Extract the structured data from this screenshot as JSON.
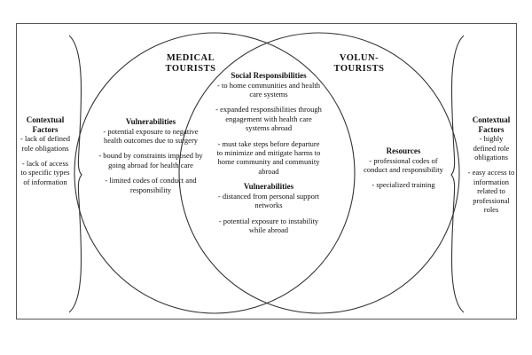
{
  "colors": {
    "stroke": "#333333",
    "text": "#111111",
    "background": "#ffffff"
  },
  "circles": {
    "left_title_line1": "MEDICAL",
    "left_title_line2": "TOURISTS",
    "right_title_line1": "VOLUN-",
    "right_title_line2": "TOURISTS"
  },
  "left_context": {
    "heading_line1": "Contextual",
    "heading_line2": "Factors",
    "items": [
      "- lack of defined role obligations",
      "- lack of access to specific types of information"
    ]
  },
  "right_context": {
    "heading_line1": "Contextual",
    "heading_line2": "Factors",
    "items": [
      "- highly defined role obligations",
      "- easy access to information related to professional roles"
    ]
  },
  "medical_vulnerabilities": {
    "heading": "Vulnerabilities",
    "items": [
      "- potential exposure to negative health outcomes due to surgery",
      "- bound by constraints imposed by going abroad for health care",
      "- limited codes of conduct and responsibility"
    ]
  },
  "shared": {
    "social_heading": "Social Responsibilities",
    "social_items": [
      "- to home communities and health care systems",
      "- expanded responsibilities through engagement with health care systems abroad",
      "- must take steps before departure to minimize and mitigate harms to home community and community abroad"
    ],
    "vuln_heading": "Vulnerabilities",
    "vuln_items": [
      "- distanced from personal support networks",
      "- potential exposure to instability while abroad"
    ]
  },
  "resources": {
    "heading": "Resources",
    "items": [
      "- professional codes of conduct and responsibility",
      "- specialized training"
    ]
  }
}
